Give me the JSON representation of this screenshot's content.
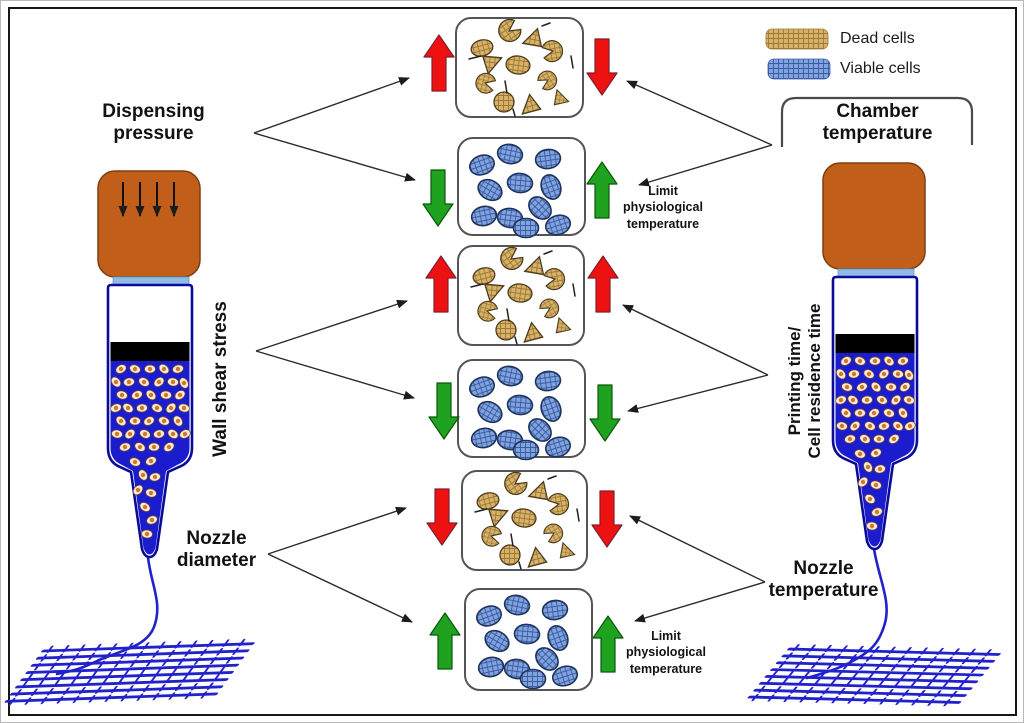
{
  "figure": {
    "parameters": {
      "dispensing_pressure": "Dispensing\npressure",
      "wall_shear_stress": "Wall shear stress",
      "nozzle_diameter": "Nozzle\ndiameter",
      "chamber_temperature": "Chamber\ntemperature",
      "printing_time": "Printing time/\nCell residence time",
      "nozzle_temperature": "Nozzle\ntemperature"
    },
    "annotations": {
      "limit_top": "Limit\nphysiological\ntemperature",
      "limit_bottom": "Limit\nphysiological\ntemperature"
    },
    "legend": {
      "dead_label": "Dead cells",
      "viable_label": "Viable cells"
    },
    "boxes": [
      {
        "cells": "dead",
        "left_arrow": {
          "dir": "up",
          "color": "red"
        },
        "right_arrow": {
          "dir": "down",
          "color": "red"
        }
      },
      {
        "cells": "viable",
        "left_arrow": {
          "dir": "down",
          "color": "green"
        },
        "right_arrow": {
          "dir": "up",
          "color": "green"
        },
        "note": "Limit physiological temperature"
      },
      {
        "cells": "dead",
        "left_arrow": {
          "dir": "up",
          "color": "red"
        },
        "right_arrow": {
          "dir": "up",
          "color": "red"
        }
      },
      {
        "cells": "viable",
        "left_arrow": {
          "dir": "down",
          "color": "green"
        },
        "right_arrow": {
          "dir": "down",
          "color": "green"
        }
      },
      {
        "cells": "dead",
        "left_arrow": {
          "dir": "down",
          "color": "red"
        },
        "right_arrow": {
          "dir": "down",
          "color": "red"
        }
      },
      {
        "cells": "viable",
        "left_arrow": {
          "dir": "up",
          "color": "green"
        },
        "right_arrow": {
          "dir": "up",
          "color": "green"
        },
        "note": "Limit physiological temperature"
      }
    ],
    "colors": {
      "dead_fill": "#d8b26a",
      "dead_hatch": "#9c7a33",
      "viable_fill": "#7fa3da",
      "viable_hatch": "#3a5ca8",
      "arrow_red": "#ee1111",
      "arrow_green": "#1fa21f",
      "plunger_brown": "#c05e1a",
      "ink_blue": "#1c1ccf",
      "scaffold_blue": "#2222cc"
    }
  }
}
